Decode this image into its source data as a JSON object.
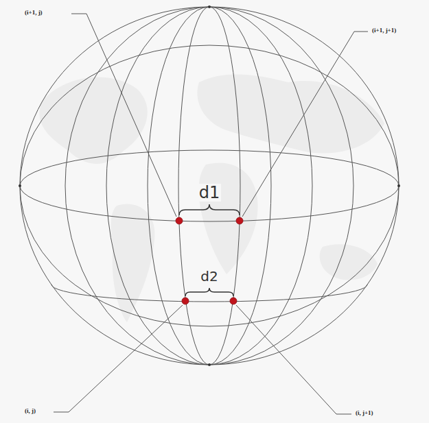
{
  "diagram": {
    "labels": [
      "(i+1, j)",
      "(i+1, j+1)",
      "d1",
      "d2",
      "(i, j)",
      "(i, j+1)"
    ]
  }
}
